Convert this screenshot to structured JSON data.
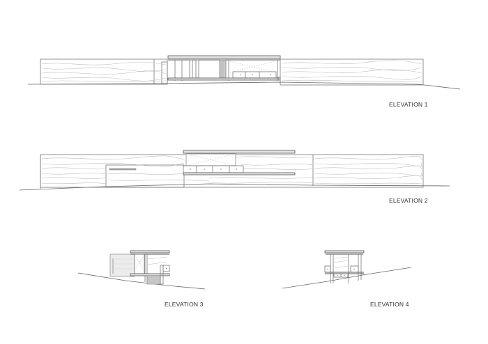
{
  "drawing": {
    "type": "architectural elevations sheet",
    "background": "#ffffff",
    "line_color": "#777777"
  },
  "elevations": [
    {
      "id": 1,
      "label": "ELEVATION 1"
    },
    {
      "id": 2,
      "label": "ELEVATION 2"
    },
    {
      "id": 3,
      "label": "ELEVATION 3"
    },
    {
      "id": 4,
      "label": "ELEVATION 4"
    }
  ]
}
